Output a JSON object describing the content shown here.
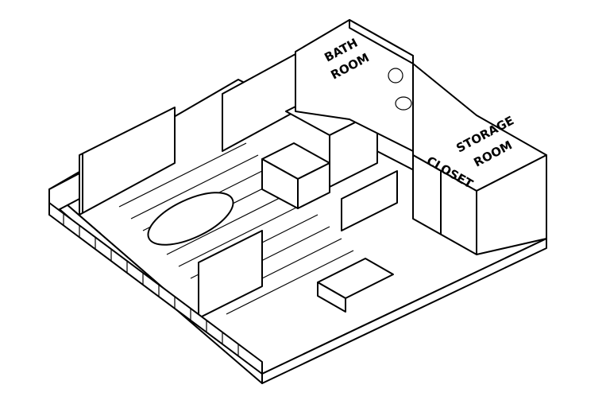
{
  "drawing": {
    "rooms": {
      "bath_line1": "BATH",
      "bath_line2": "ROOM",
      "storage_line1": "STORAGE",
      "storage_line2": "ROOM",
      "closet": "CLOSET"
    },
    "colors": {
      "ink": "#000000",
      "paper": "#ffffff"
    }
  }
}
